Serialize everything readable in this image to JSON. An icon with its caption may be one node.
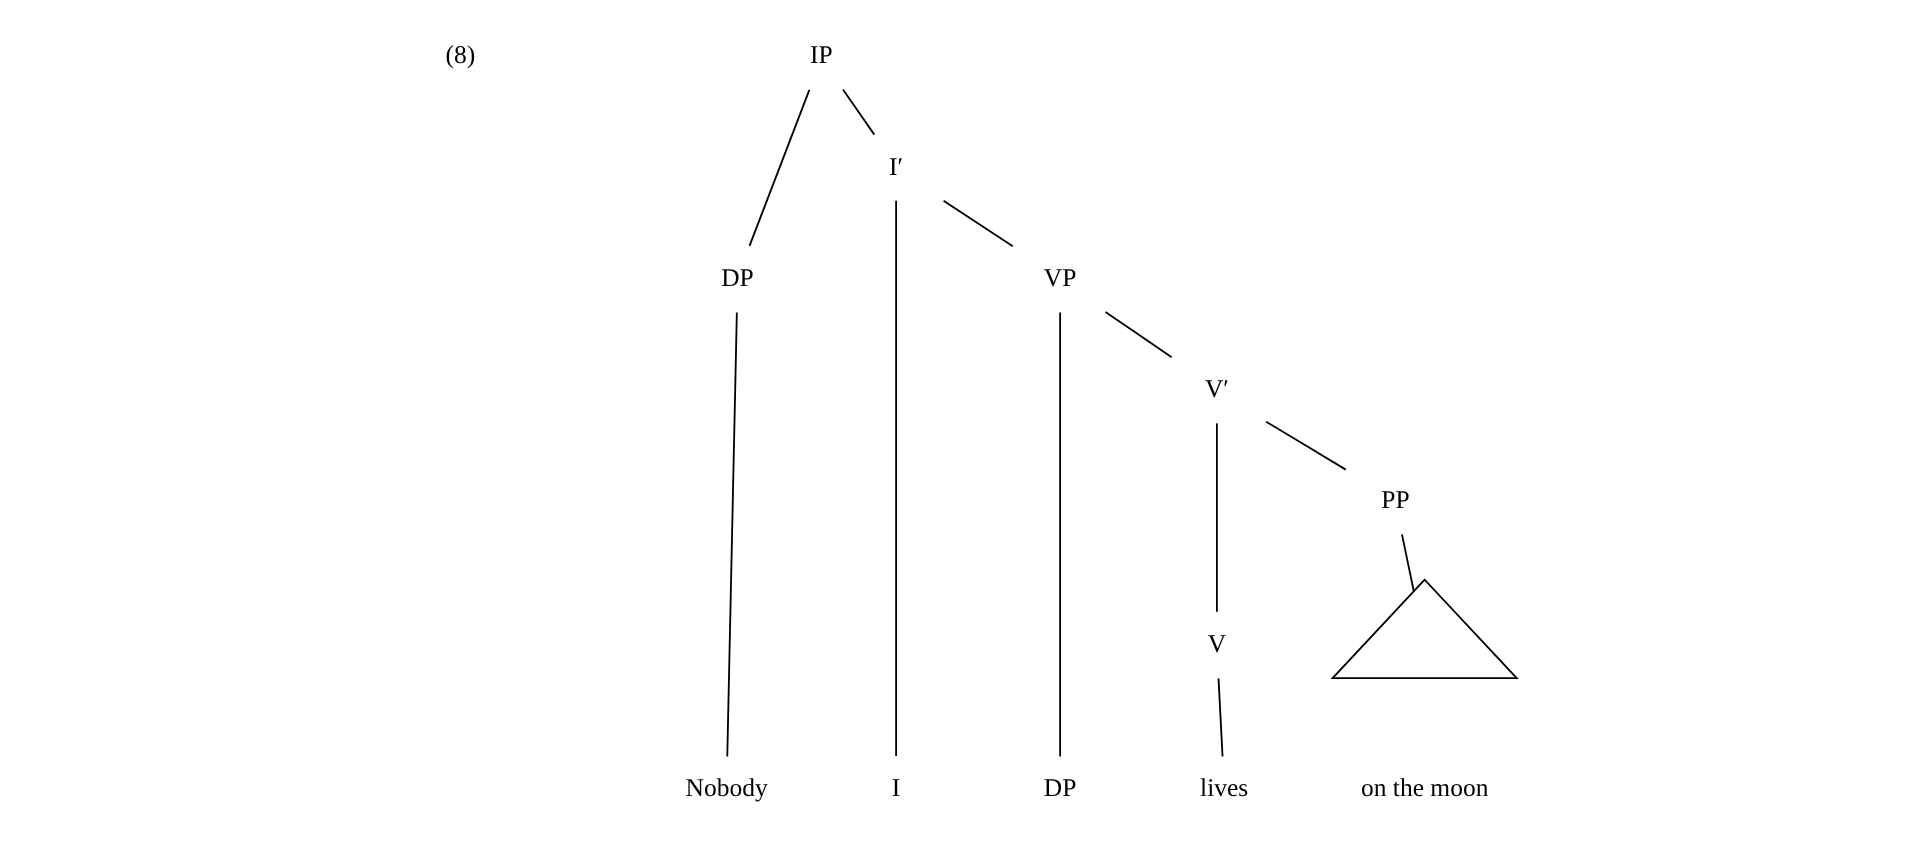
{
  "diagram": {
    "nodes": [
      {
        "text": [
          "IP"
        ]
      },
      {
        "text": [
          "DP"
        ]
      },
      {
        "text": [
          "I′"
        ]
      },
      {
        "text": [
          "I"
        ]
      },
      {
        "text": [
          "VP"
        ]
      },
      {
        "text": [
          "DP"
        ]
      },
      {
        "text": [
          "V′"
        ]
      },
      {
        "text": [
          "V"
        ]
      },
      {
        "text": [
          "PP"
        ]
      },
      {
        "text": [],
        "shape": "triangle",
        "beside": [
          "on the moon"
        ]
      },
      {
        "text": [
          "Nobody"
        ]
      },
      {
        "text": [
          "lives"
        ]
      }
    ],
    "edges": [
      {
        "from": 0,
        "to": 1,
        "arrow": "none"
      },
      {
        "from": 0,
        "to": 2,
        "arrow": "none"
      },
      {
        "from": 2,
        "to": 3,
        "arrow": "none"
      },
      {
        "from": 2,
        "to": 4,
        "arrow": "none"
      },
      {
        "from": 4,
        "to": 5,
        "arrow": "none"
      },
      {
        "from": 4,
        "to": 6,
        "arrow": "none"
      },
      {
        "from": 6,
        "to": 7,
        "arrow": "none"
      },
      {
        "from": 6,
        "to": 8,
        "arrow": "none"
      },
      {
        "from": 8,
        "to": 9,
        "arrow": "none"
      },
      {
        "from": 1,
        "to": 10,
        "arrow": "none"
      },
      {
        "from": 7,
        "to": 11,
        "arrow": "none"
      }
    ],
    "labels": [
      "(8)"
    ]
  }
}
